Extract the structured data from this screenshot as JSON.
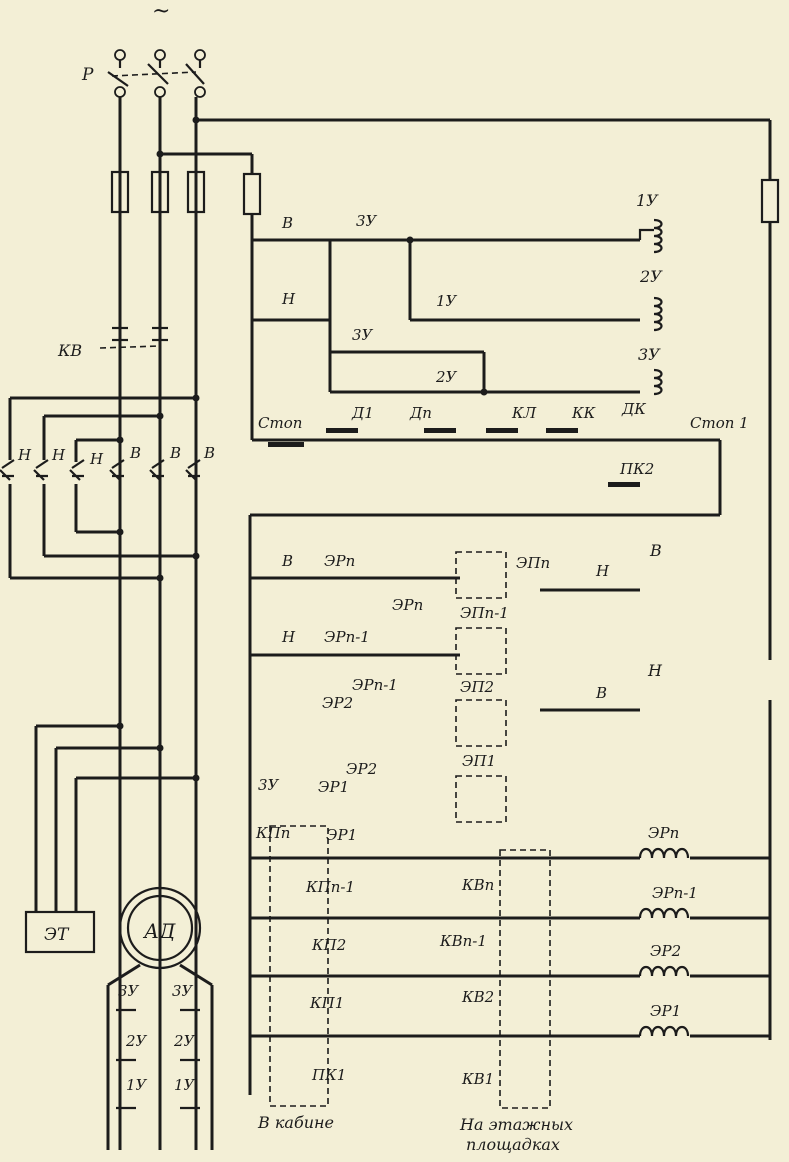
{
  "labels": {
    "tilde": "~",
    "p": "Р",
    "kv": "КВ",
    "n": "Н",
    "v": "В",
    "u3": "3У",
    "u1": "1У",
    "u2": "2У",
    "stop": "Стоп",
    "d1": "Д1",
    "dp": "Дп",
    "kl": "КЛ",
    "kk": "КК",
    "dk": "ДК",
    "stop1": "Стоп 1",
    "pk2": "ПК2",
    "erp": "ЭРп",
    "erp1": "ЭРп-1",
    "er2": "ЭР2",
    "er1": "ЭР1",
    "epn": "ЭПп",
    "epn1": "ЭПп-1",
    "ep2": "ЭП2",
    "ep1": "ЭП1",
    "kpn": "КПп",
    "kpn1": "КПп-1",
    "kp2": "КП2",
    "kp1": "КП1",
    "pk1": "ПК1",
    "kvn": "КВп",
    "kvn1": "КВп-1",
    "kv2": "КВ2",
    "kv1": "КВ1",
    "et": "ЭТ",
    "ad": "АД",
    "cabin": "В кабине",
    "floors_line1": "На этажных",
    "floors_line2": "площадках"
  },
  "colors": {
    "paper": "#f3efd6",
    "ink": "#1c1c1c"
  }
}
